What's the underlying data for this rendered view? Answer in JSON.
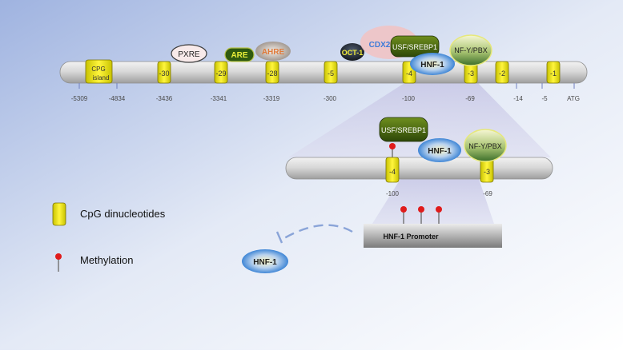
{
  "sites": {
    "cpg": "CPG",
    "island": "island",
    "s30": "-30",
    "s29": "-29",
    "s28": "-28",
    "s5": "-5",
    "s4": "-4",
    "s3": "-3",
    "s2": "-2",
    "s1": "-1"
  },
  "positions": {
    "p5309": "-5309",
    "p4834": "-4834",
    "p3436": "-3436",
    "p3341": "-3341",
    "p3319": "-3319",
    "p300": "-300",
    "p100": "-100",
    "p69": "-69",
    "p14": "-14",
    "p5": "-5",
    "atg": "ATG"
  },
  "factors": {
    "pxre": "PXRE",
    "are": "ARE",
    "ahre": "AHRE",
    "oct1": "OCT-1",
    "cdx2": "CDX2",
    "usf": "USF/SREBP1",
    "hnf1": "HNF-1",
    "nfy": "NF-Y/PBX"
  },
  "zoom": {
    "site4": "-4",
    "site3": "-3",
    "pos100": "-100",
    "pos69": "-69",
    "usf": "USF/SREBP1",
    "hnf1": "HNF-1",
    "nfy": "NF-Y/PBX"
  },
  "promoter": {
    "label": "HNF-1 Promoter"
  },
  "product": {
    "label": "HNF-1"
  },
  "legend": {
    "cpg": "CpG dinucleotides",
    "methylation": "Methylation"
  }
}
